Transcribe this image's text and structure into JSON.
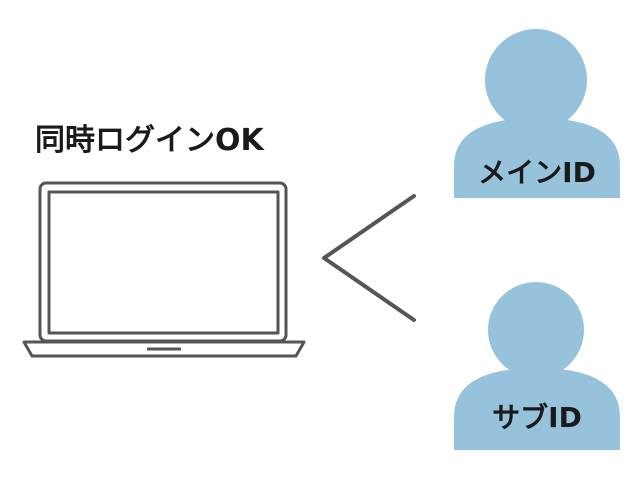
{
  "title": "同時ログインOK",
  "users": [
    {
      "label": "メインID"
    },
    {
      "label": "サブID"
    }
  ],
  "colors": {
    "person": "#96c2dc",
    "laptop_stroke": "#555555",
    "connector": "#555555",
    "text": "#1a1a1a"
  },
  "icons": {
    "device": "laptop-icon",
    "user": "person-icon"
  }
}
